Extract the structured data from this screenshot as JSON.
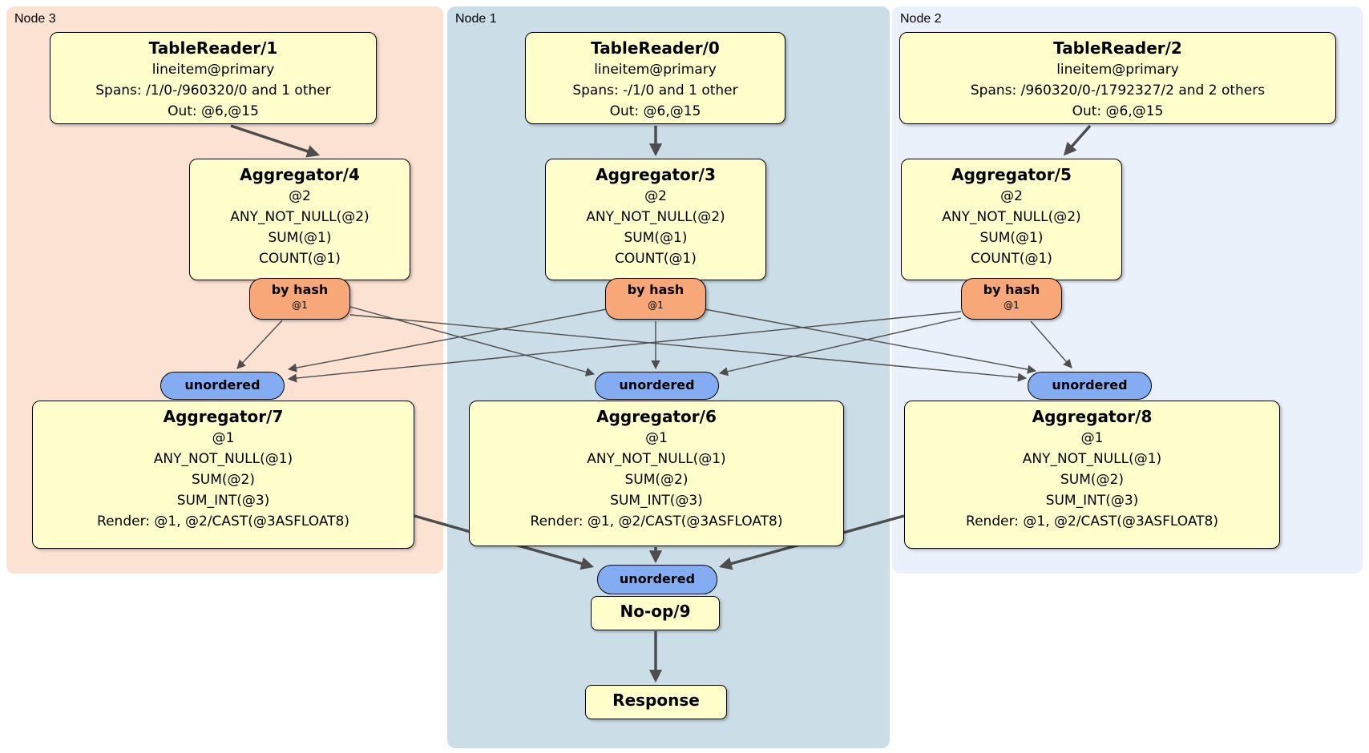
{
  "diagram": {
    "nodes": [
      {
        "label": "Node 3"
      },
      {
        "label": "Node 1"
      },
      {
        "label": "Node 2"
      }
    ],
    "processors": {
      "tr1": {
        "title": "TableReader/1",
        "lines": [
          "lineitem@primary",
          "Spans: /1/0-/960320/0 and 1 other",
          "Out: @6,@15"
        ]
      },
      "tr0": {
        "title": "TableReader/0",
        "lines": [
          "lineitem@primary",
          "Spans: -/1/0 and 1 other",
          "Out: @6,@15"
        ]
      },
      "tr2": {
        "title": "TableReader/2",
        "lines": [
          "lineitem@primary",
          "Spans: /960320/0-/1792327/2 and 2 others",
          "Out: @6,@15"
        ]
      },
      "agg4": {
        "title": "Aggregator/4",
        "lines": [
          "@2",
          "ANY_NOT_NULL(@2)",
          "SUM(@1)",
          "COUNT(@1)"
        ]
      },
      "agg3": {
        "title": "Aggregator/3",
        "lines": [
          "@2",
          "ANY_NOT_NULL(@2)",
          "SUM(@1)",
          "COUNT(@1)"
        ]
      },
      "agg5": {
        "title": "Aggregator/5",
        "lines": [
          "@2",
          "ANY_NOT_NULL(@2)",
          "SUM(@1)",
          "COUNT(@1)"
        ]
      },
      "agg7": {
        "title": "Aggregator/7",
        "lines": [
          "@1",
          "ANY_NOT_NULL(@1)",
          "SUM(@2)",
          "SUM_INT(@3)",
          "Render: @1, @2/CAST(@3ASFLOAT8)"
        ]
      },
      "agg6": {
        "title": "Aggregator/6",
        "lines": [
          "@1",
          "ANY_NOT_NULL(@1)",
          "SUM(@2)",
          "SUM_INT(@3)",
          "Render: @1, @2/CAST(@3ASFLOAT8)"
        ]
      },
      "agg8": {
        "title": "Aggregator/8",
        "lines": [
          "@1",
          "ANY_NOT_NULL(@1)",
          "SUM(@2)",
          "SUM_INT(@3)",
          "Render: @1, @2/CAST(@3ASFLOAT8)"
        ]
      },
      "noop": {
        "title": "No-op/9"
      },
      "response": {
        "title": "Response"
      }
    },
    "router": {
      "label": "by hash",
      "key": "@1"
    },
    "sync_label": "unordered",
    "colors": {
      "node3_bg": "#FBE2D3",
      "node1_bg": "#CBDDE7",
      "node2_bg": "#EBF1FA",
      "box_fill": "#FFFFCC",
      "router_fill": "#F8A878",
      "sync_fill": "#84ACF2",
      "edge": "#4D4D4D"
    }
  }
}
